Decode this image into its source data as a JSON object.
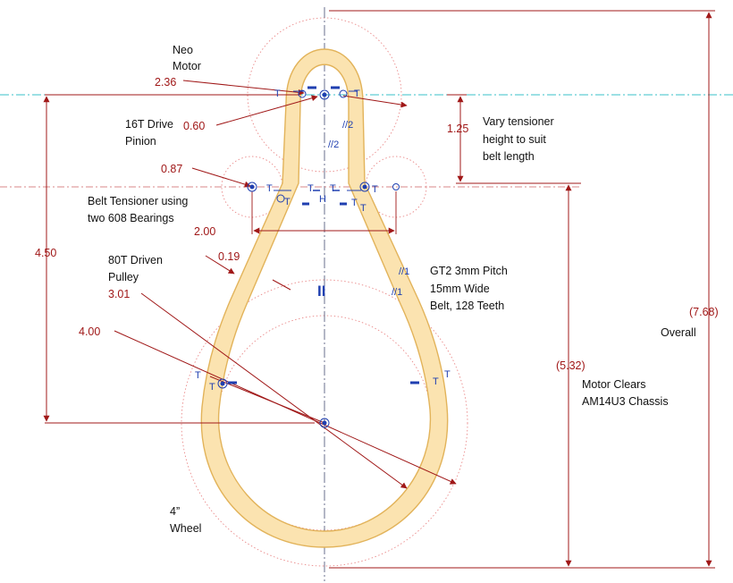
{
  "colors": {
    "belt_fill": "#fbe3b0",
    "belt_stroke": "#e2b35a",
    "dimension": "#a01818",
    "construction": "#ea8a8a",
    "sketch_blue": "#1f3fb0",
    "axis_cyan": "#3ac0c8"
  },
  "annotations": {
    "neo_motor": [
      "Neo",
      "Motor"
    ],
    "drive_pinion": [
      "16T Drive",
      "Pinion"
    ],
    "belt_tensioner": [
      "Belt Tensioner using",
      "two 608 Bearings"
    ],
    "driven_pulley": [
      "80T Driven",
      "Pulley"
    ],
    "wheel": [
      "4”",
      "Wheel"
    ],
    "vary_tensioner": [
      "Vary tensioner",
      "height to suit",
      "belt length"
    ],
    "belt_spec": [
      "GT2 3mm Pitch",
      "15mm Wide",
      "Belt, 128 Teeth"
    ],
    "overall": "Overall",
    "motor_clears": [
      "Motor Clears",
      "AM14U3 Chassis"
    ]
  },
  "dimensions": {
    "motor_pulley_dia": "2.36",
    "pinion_dia": "0.60",
    "tensioner_dia": "0.87",
    "tensioner_spacing": "2.00",
    "belt_thickness": "0.19",
    "driven_pulley_dia": "3.01",
    "wheel_dia": "4.00",
    "center_distance": "4.50",
    "tensioner_height": "1.25",
    "overall_height": "(7.68)",
    "clearance_height": "(5.32)"
  },
  "constraints": {
    "parallel_a": "//2",
    "parallel_b": "//2",
    "parallel_c": "//1",
    "parallel_d": "//1",
    "tangent": "T",
    "horizontal": "H",
    "vertical": "II"
  }
}
